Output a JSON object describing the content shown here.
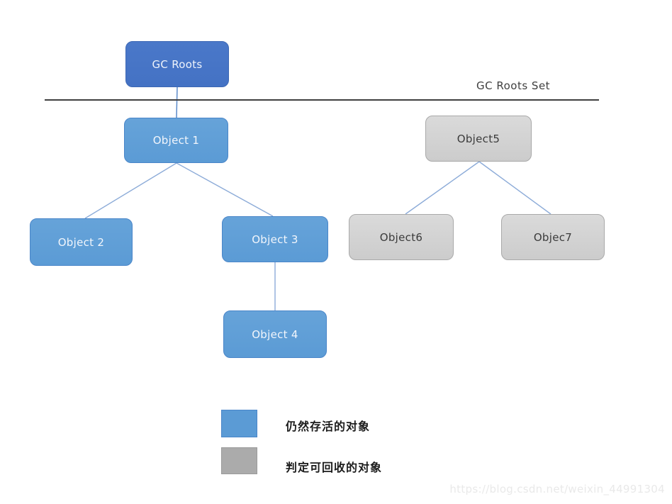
{
  "diagram": {
    "divider_label": "GC Roots Set",
    "nodes": {
      "gc_roots": {
        "label": "GC Roots"
      },
      "object1": {
        "label": "Object 1"
      },
      "object2": {
        "label": "Object 2"
      },
      "object3": {
        "label": "Object 3"
      },
      "object4": {
        "label": "Object 4"
      },
      "object5": {
        "label": "Object5"
      },
      "object6": {
        "label": "Object6"
      },
      "object7": {
        "label": "Objec7"
      }
    },
    "edges": [
      {
        "from": "gc_roots",
        "to": "object1"
      },
      {
        "from": "object1",
        "to": "object2"
      },
      {
        "from": "object1",
        "to": "object3"
      },
      {
        "from": "object3",
        "to": "object4"
      },
      {
        "from": "object5",
        "to": "object6"
      },
      {
        "from": "object5",
        "to": "object7"
      }
    ],
    "colors": {
      "root_fill": "#4472c4",
      "alive_fill": "#5b9bd5",
      "alive_border": "#4a86c9",
      "recyclable_fill": "#d2d2d2",
      "recyclable_border": "#a9a9a9",
      "edge_blue": "#8cabd8",
      "root_edge": "#5b8aca",
      "divider_line": "#3f3f3f",
      "legend_gray_swatch": "#ababab"
    }
  },
  "legend": {
    "alive_label": "仍然存活的对象",
    "recyclable_label": "判定可回收的对象"
  },
  "watermark": {
    "text": "https://blog.csdn.net/weixin_44991304"
  }
}
